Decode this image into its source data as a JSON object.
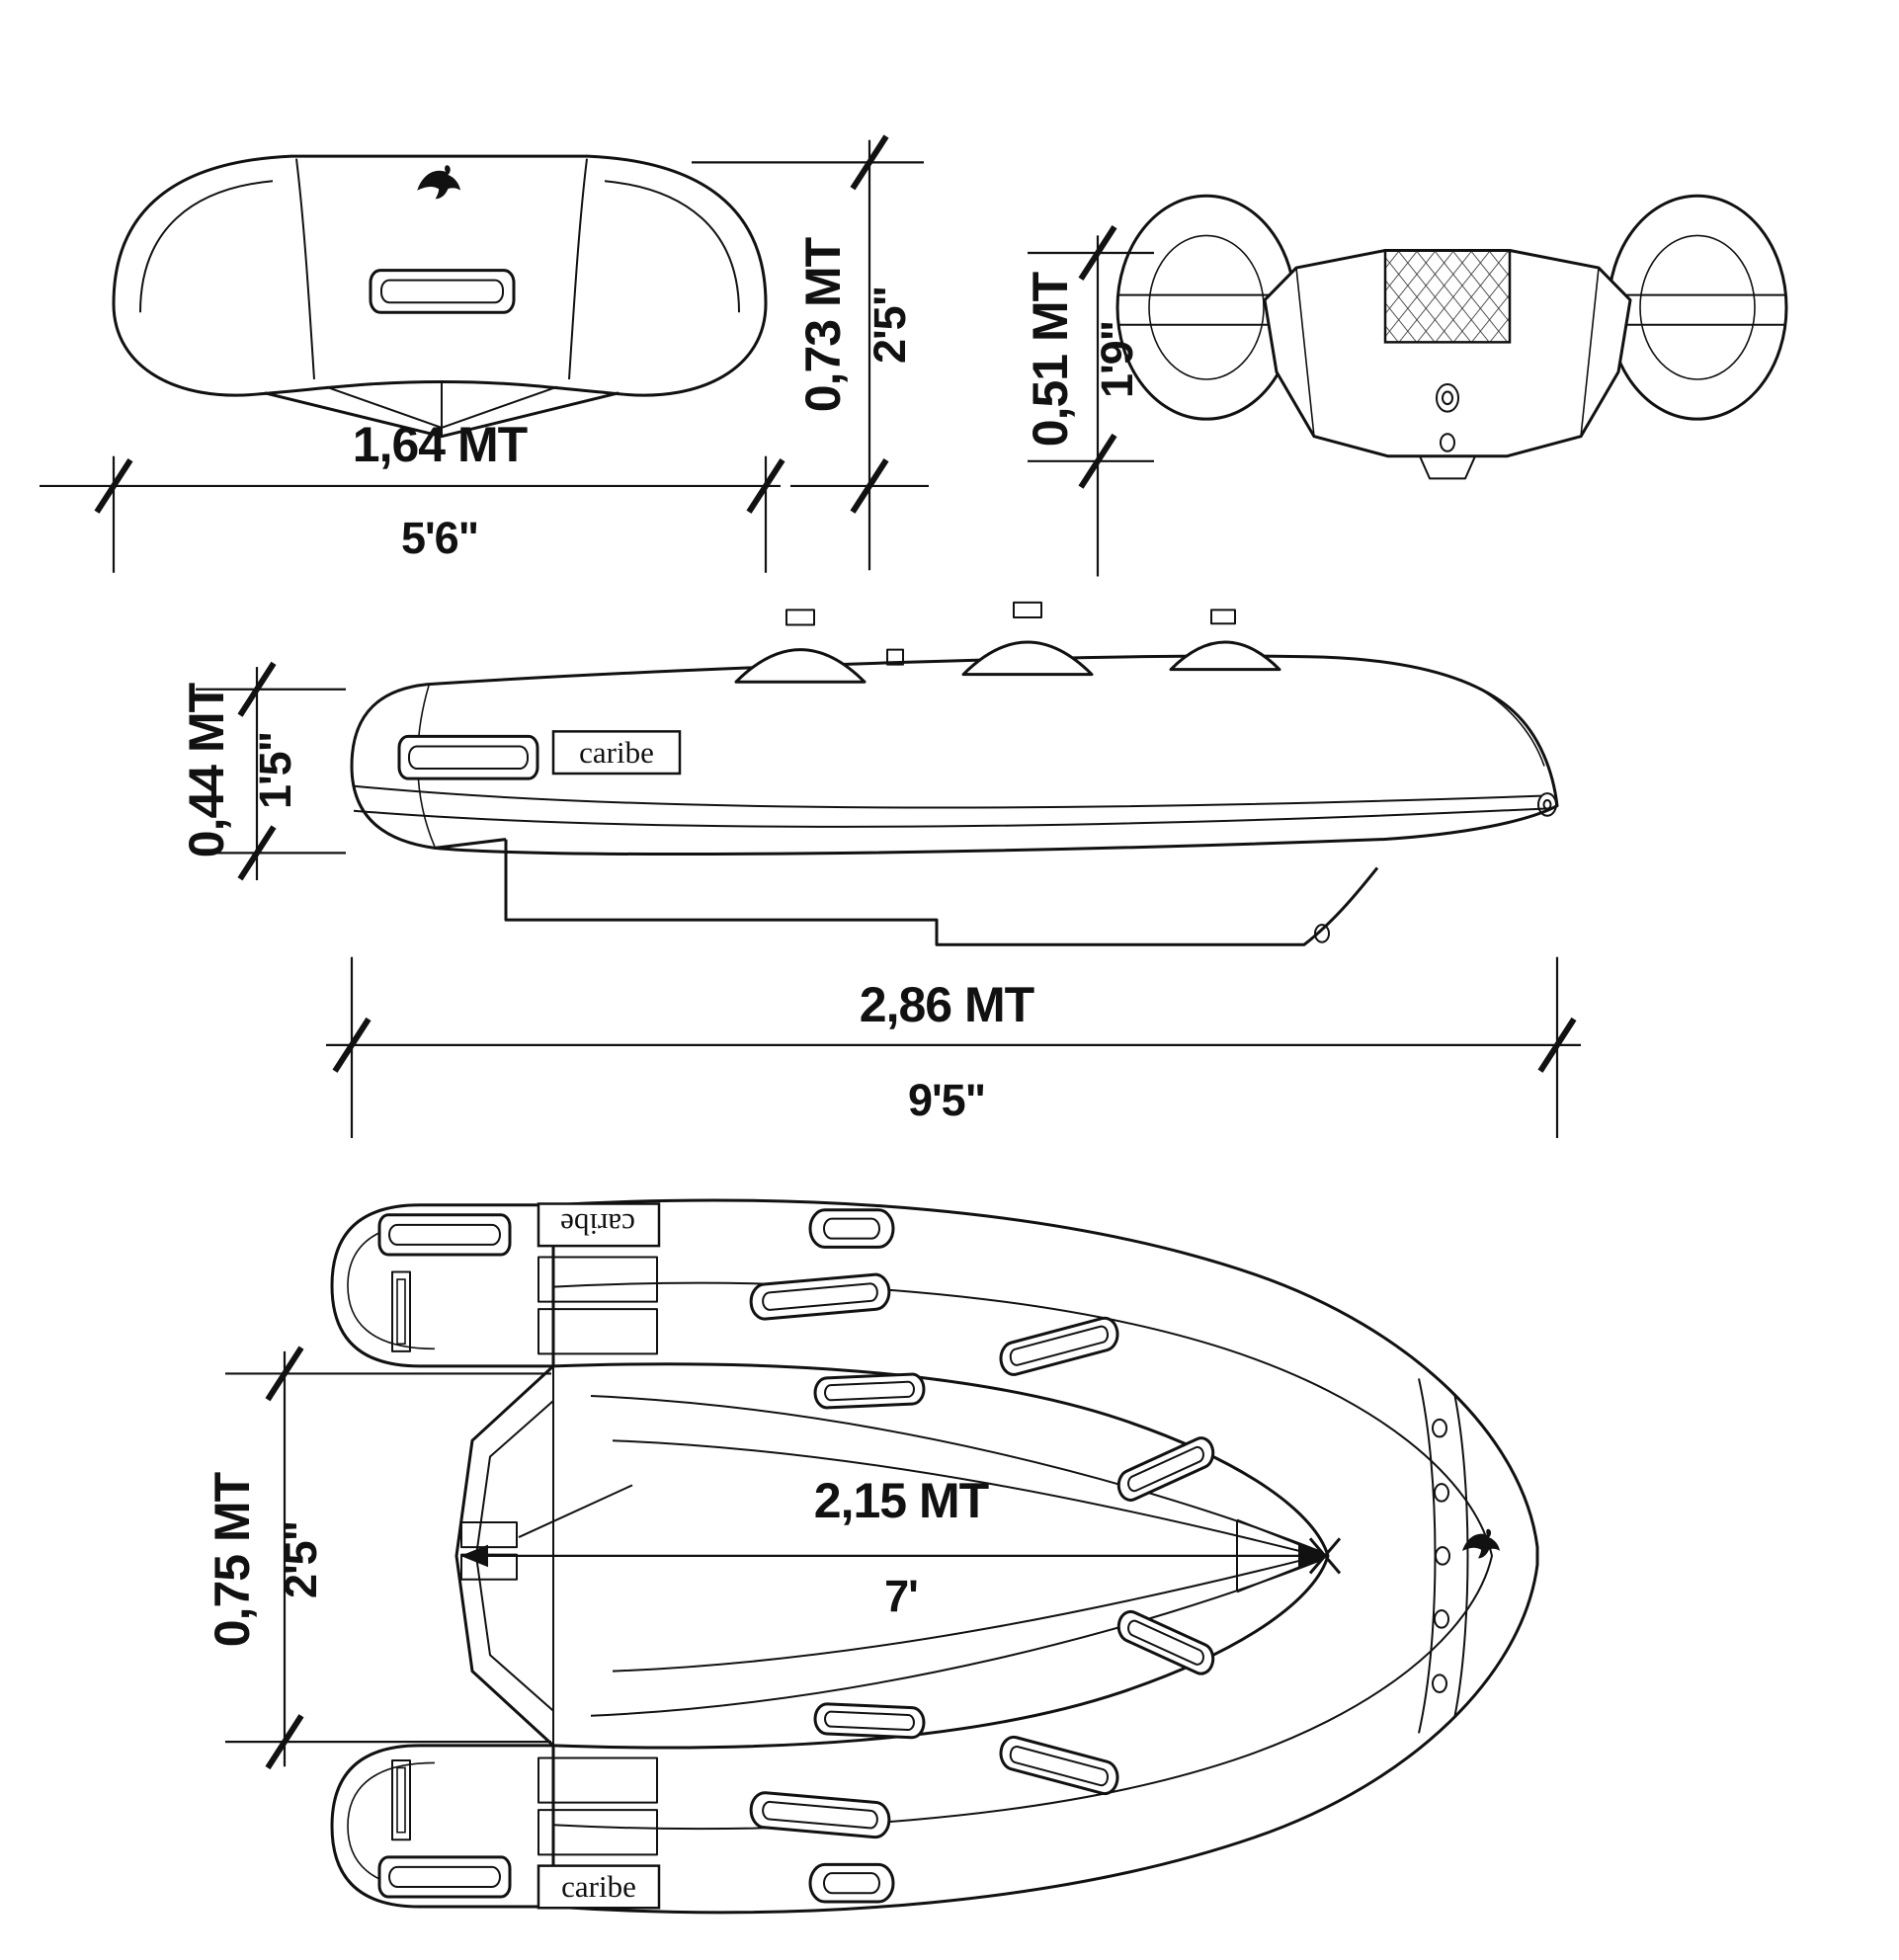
{
  "brand": {
    "label": "caribe"
  },
  "views": {
    "front": {
      "beam": {
        "metric": "1,64 MT",
        "imperial": "5'6\""
      },
      "height": {
        "metric": "0,73 MT",
        "imperial": "2'5\""
      }
    },
    "rear": {
      "height": {
        "metric": "0,51 MT",
        "imperial": "1'9\""
      }
    },
    "side": {
      "tube": {
        "metric": "0,44 MT",
        "imperial": "1'5\""
      },
      "length": {
        "metric": "2,86 MT",
        "imperial": "9'5\""
      }
    },
    "top": {
      "inner_width": {
        "metric": "0,75 MT",
        "imperial": "2'5\""
      },
      "inner_length": {
        "metric": "2,15 MT",
        "imperial": "7'"
      }
    }
  }
}
